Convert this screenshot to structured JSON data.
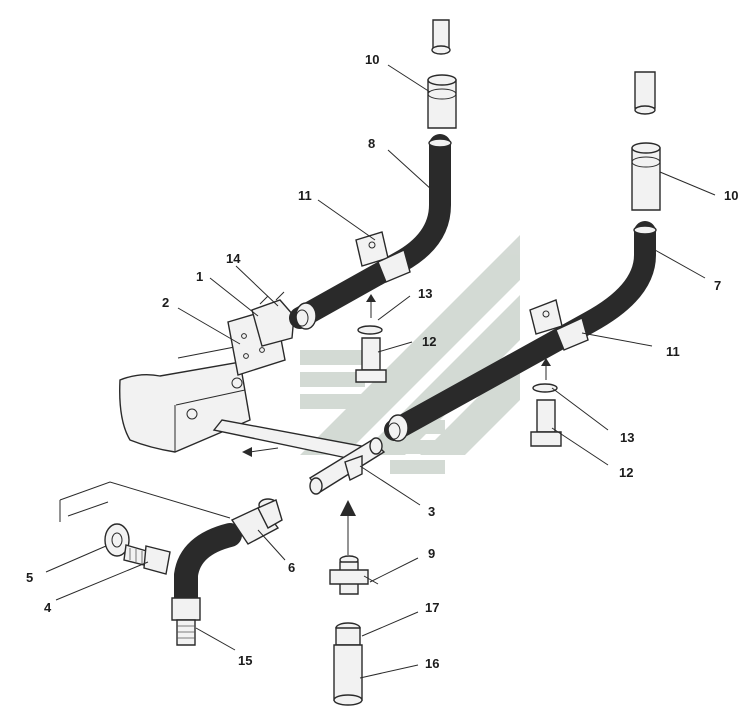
{
  "diagram": {
    "labels": {
      "l1": "1",
      "l2": "2",
      "l3": "3",
      "l4": "4",
      "l5": "5",
      "l6": "6",
      "l7": "7",
      "l8": "8",
      "l9": "9",
      "l10a": "10",
      "l10b": "10",
      "l11a": "11",
      "l11b": "11",
      "l12a": "12",
      "l12b": "12",
      "l13a": "13",
      "l13b": "13",
      "l14": "14",
      "l15": "15",
      "l16": "16",
      "l17": "17"
    },
    "colors": {
      "line": "#2a2a2a",
      "part_fill": "#f2f2f2",
      "watermark": "#cfd6d0"
    }
  }
}
